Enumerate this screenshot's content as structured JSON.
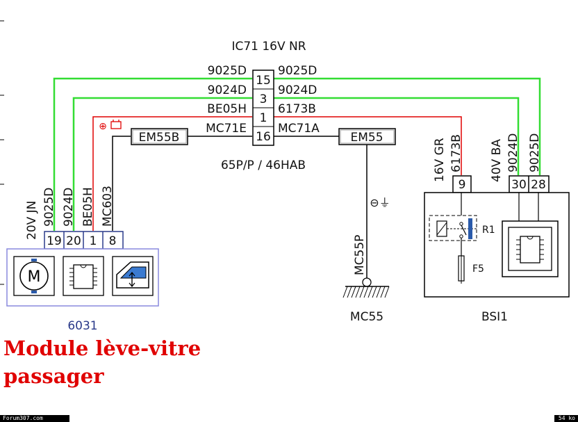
{
  "header": {
    "connector_title": "IC71  16V  NR"
  },
  "connector_ic71": {
    "pins": [
      {
        "pin": "15",
        "left_wire": "9025D",
        "right_wire": "9025D"
      },
      {
        "pin": "3",
        "left_wire": "9024D",
        "right_wire": "9024D"
      },
      {
        "pin": "1",
        "left_wire": "BE05H",
        "right_wire": "6173B"
      },
      {
        "pin": "16",
        "left_wire": "MC71E",
        "right_wire": "MC71A"
      }
    ],
    "note": "65P/P / 46HAB"
  },
  "splices": {
    "left": "EM55B",
    "right": "EM55"
  },
  "module_6031": {
    "code": "6031",
    "connector_label": "20V  JN",
    "pins": [
      "19",
      "20",
      "1",
      "8"
    ],
    "wires": [
      "9025D",
      "9024D",
      "BE05H",
      "MC603"
    ],
    "symbols": [
      "⊕",
      "⊟"
    ]
  },
  "ground": {
    "wire": "MC55P",
    "name": "MC55",
    "symbol": "⊖⏚"
  },
  "bsi": {
    "name": "BSI1",
    "connector_gr": "16V  GR",
    "wire_gr": "6173B",
    "pin_gr": "9",
    "connector_ba": "40V  BA",
    "wires_ba": [
      "9024D",
      "9025D"
    ],
    "pins_ba": [
      "30",
      "28"
    ],
    "relay": "R1",
    "fuse": "F5"
  },
  "caption": {
    "line1": "Module lève-vitre",
    "line2": "passager"
  },
  "footer": {
    "left": "Forum307.com",
    "right": "54 ko"
  },
  "colors": {
    "green": "#33dd33",
    "red": "#e00000",
    "blue_box": "#7777dd",
    "wire": "#000000"
  }
}
